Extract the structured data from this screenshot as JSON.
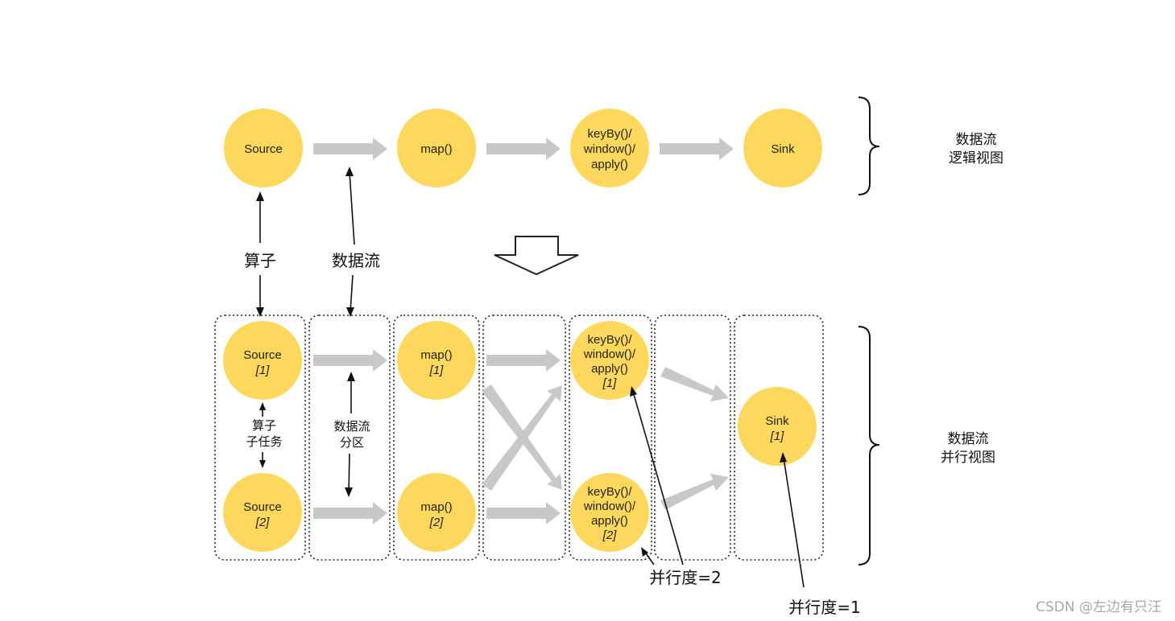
{
  "logical_view": {
    "nodes": [
      {
        "id": "source",
        "lines": [
          "Source"
        ]
      },
      {
        "id": "map",
        "lines": [
          "map()"
        ]
      },
      {
        "id": "keyby",
        "lines": [
          "keyBy()/",
          "window()/",
          "apply()"
        ]
      },
      {
        "id": "sink",
        "lines": [
          "Sink"
        ]
      }
    ],
    "label_line1": "数据流",
    "label_line2": "逻辑视图"
  },
  "annotations": {
    "operator": "算子",
    "stream": "数据流",
    "subtask_line1": "算子",
    "subtask_line2": "子任务",
    "partition_line1": "数据流",
    "partition_line2": "分区",
    "parallelism_2": "并行度=2",
    "parallelism_1": "并行度=1"
  },
  "parallel_view": {
    "nodes": [
      {
        "id": "source-1",
        "lines": [
          "Source"
        ],
        "sub": "[1]"
      },
      {
        "id": "source-2",
        "lines": [
          "Source"
        ],
        "sub": "[2]"
      },
      {
        "id": "map-1",
        "lines": [
          "map()"
        ],
        "sub": "[1]"
      },
      {
        "id": "map-2",
        "lines": [
          "map()"
        ],
        "sub": "[2]"
      },
      {
        "id": "keyby-1",
        "lines": [
          "keyBy()/",
          "window()/",
          "apply()"
        ],
        "sub": "[1]"
      },
      {
        "id": "keyby-2",
        "lines": [
          "keyBy()/",
          "window()/",
          "apply()"
        ],
        "sub": "[2]"
      },
      {
        "id": "sink-1",
        "lines": [
          "Sink"
        ],
        "sub": "[1]"
      }
    ],
    "label_line1": "数据流",
    "label_line2": "并行视图"
  },
  "watermark": "CSDN @左边有只汪",
  "colors": {
    "node_fill": "#fdd85d",
    "arrow_gray": "#c8c8c8"
  }
}
